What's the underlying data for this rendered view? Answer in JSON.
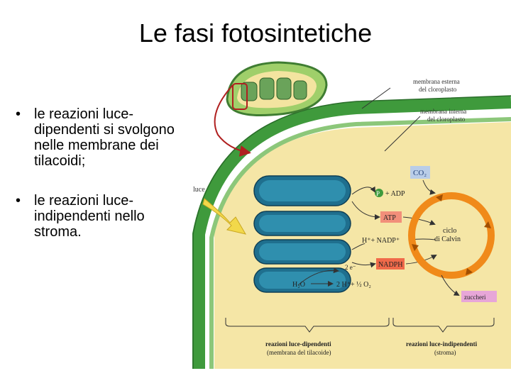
{
  "slide": {
    "title": "Le fasi fotosintetiche",
    "bullets": [
      "le reazioni luce-dipendenti si svolgono nelle membrane dei tilacoidi;",
      "le reazioni luce-indipendenti nello stroma."
    ],
    "bullet_glyph": "•"
  },
  "diagram": {
    "labels": {
      "outer_membrane_1": "membrana esterna",
      "outer_membrane_2": "del cloroplasto",
      "inner_membrane_1": "membrana interna",
      "inner_membrane_2": "del cloroplasto",
      "light": "luce",
      "co2": "CO₂",
      "p": "P",
      "p_adp": "+ ADP",
      "atp": "ATP",
      "h_nadp": "H⁺+ NADP⁺",
      "nadph": "NADPH",
      "electrons": "2 e⁻",
      "h2o": "H₂O",
      "o2_products": "2 H⁺+ ½ O₂",
      "calvin_1": "ciclo",
      "calvin_2": "di Calvin",
      "sugars": "zuccheri",
      "light_dep_1": "reazioni luce-dipendenti",
      "light_dep_2": "(membrana del tilacoide)",
      "light_indep_1": "reazioni luce-indipendenti",
      "light_indep_2": "(stroma)"
    },
    "colors": {
      "stroma": "#f5e6a6",
      "membrane_green": "#3f9a3c",
      "thylakoid_blue": "#1f6f8e",
      "calvin_orange": "#f08a1a",
      "atp_box": "#f28f7a",
      "nadph_box": "#f06a4a",
      "co2_box": "#b9cde8",
      "sugar_box": "#e7a6d8",
      "light_arrow": "#f2d84a",
      "red_arrow": "#b02020"
    }
  }
}
